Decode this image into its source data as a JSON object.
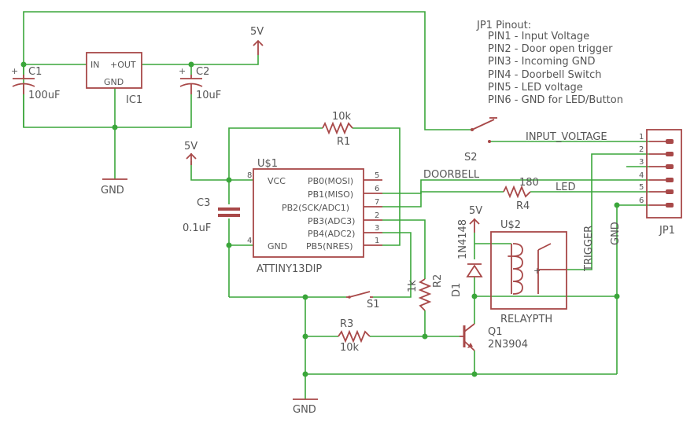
{
  "colors": {
    "wire": "#3aa63a",
    "part": "#a84848",
    "text": "#555555",
    "background": "#ffffff"
  },
  "pinout": {
    "title": "JP1 Pinout:",
    "lines": [
      "PIN1 - Input Voltage",
      "PIN2 - Door open trigger",
      "PIN3 - Incoming GND",
      "PIN4 - Doorbell Switch",
      "PIN5 - LED voltage",
      "PIN6 - GND for LED/Button"
    ]
  },
  "supply": {
    "five_v_top": "5V",
    "five_v_left": "5V",
    "five_v_relay": "5V",
    "gnd_top": "GND",
    "gnd_bottom": "GND"
  },
  "regulator": {
    "name": "IC1",
    "in": "IN",
    "out": "+OUT",
    "gnd": "GND"
  },
  "capacitors": {
    "c1_name": "C1",
    "c1_value": "100uF",
    "c2_name": "C2",
    "c2_value": "10uF",
    "c3_name": "C3",
    "c3_value": "0.1uF"
  },
  "mcu": {
    "name": "U$1",
    "part": "ATTINY13DIP",
    "vcc": "VCC",
    "gnd": "GND",
    "pins_right": [
      "PB0(MOSI)",
      "PB1(MISO)",
      "PB2(SCK/ADC1)",
      "PB3(ADC3)",
      "PB4(ADC2)",
      "PB5(NRES)"
    ],
    "pin_numbers_right": [
      "5",
      "6",
      "7",
      "2",
      "3",
      "1"
    ],
    "pin_vcc": "8",
    "pin_gnd": "4"
  },
  "resistors": {
    "r1_name": "R1",
    "r1_value": "10k",
    "r2_name": "R2",
    "r2_value": "1k",
    "r3_name": "R3",
    "r3_value": "10k",
    "r4_name": "R4",
    "r4_value": "180"
  },
  "switches": {
    "s1": "S1",
    "s2": "S2"
  },
  "nets": {
    "input_voltage": "INPUT_VOLTAGE",
    "doorbell": "DOORBELL",
    "led": "LED",
    "trigger": "TRIGGER",
    "gnd": "GND"
  },
  "connector": {
    "name": "JP1",
    "pins": [
      "1",
      "2",
      "3",
      "4",
      "5",
      "6"
    ]
  },
  "diode": {
    "name": "D1",
    "value": "1N4148"
  },
  "relay": {
    "name": "U$2",
    "part": "RELAYPTH"
  },
  "transistor": {
    "name": "Q1",
    "value": "2N3904"
  }
}
